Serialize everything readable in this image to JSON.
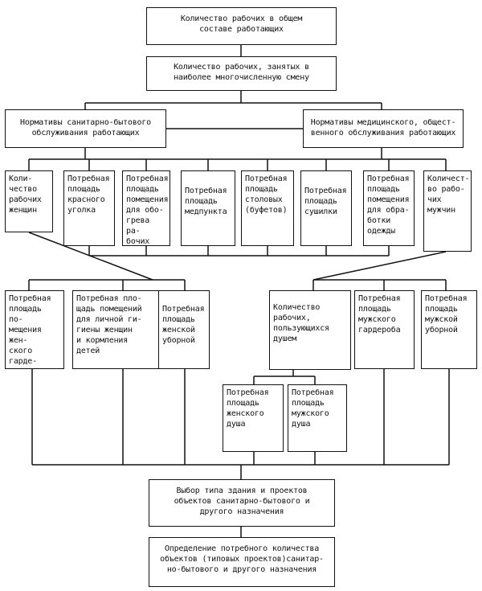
{
  "boxes": {
    "total_workers": "Количество рабочих в общем\nсоставе работающих",
    "largest_shift": "Количество рабочих, занятых в\nнаиболее многочисленную смену",
    "sanitary_norms": "Нормативы санитарно-бытового\nобслуживания работающих",
    "medical_norms": "Нормативы медицинского, общест-\nвенного обслуживания работающих",
    "female_workers": "Коли-\nчество\nрабочих\nженщин",
    "red_corner": "Потребная\nплощадь\nкрасного\nуголка",
    "heating_room": "Потребная\nплощадь\nпомещения\nдля обо-\nгрева ра-\nбочих",
    "medpoint": "Потребная\nплощадь\nмедпункта",
    "canteens": "Потребная\nплощадь\nстоловых\n(буфетов)",
    "drying_room": "Потребная\nплощадь\nсушилки",
    "clothes_room": "Потребная\nплощадь\nпомещения\nдля обра-\nботки\nодежды",
    "male_workers": "Количест-\nво рабо-\nчих\nмужчин",
    "female_wardrobe": "Потребная\nплощадь по-\nмещения жен-\nского гарде-\nроба",
    "female_hygiene": "Потребная пло-\nщадь помещений\nдля личной ги-\nгиены женщин\nи кормления\nдетей",
    "female_toilet": "Потребная\nплощадь\nженской\nуборной",
    "shower_users": "Количество\nрабочих,\nпользующихся\nдушем",
    "male_wardrobe": "Потребная\nплощадь\nмужского\nгардероба",
    "male_toilet": "Потребная\nплощадь\nмужской\nуборной",
    "female_shower": "Потребная\nплощадь\nженского\nдуша",
    "male_shower": "Потребная\nплощадь\nмужского\nдуша",
    "building_type": "Выбор типа здания и проектов\nобъектов санитарно-бытового и\nдругого назначения",
    "objects_count": "Определение потребного количества\nобъектов (типовых проектов)санитар-\nно-бытового и другого назначения"
  }
}
